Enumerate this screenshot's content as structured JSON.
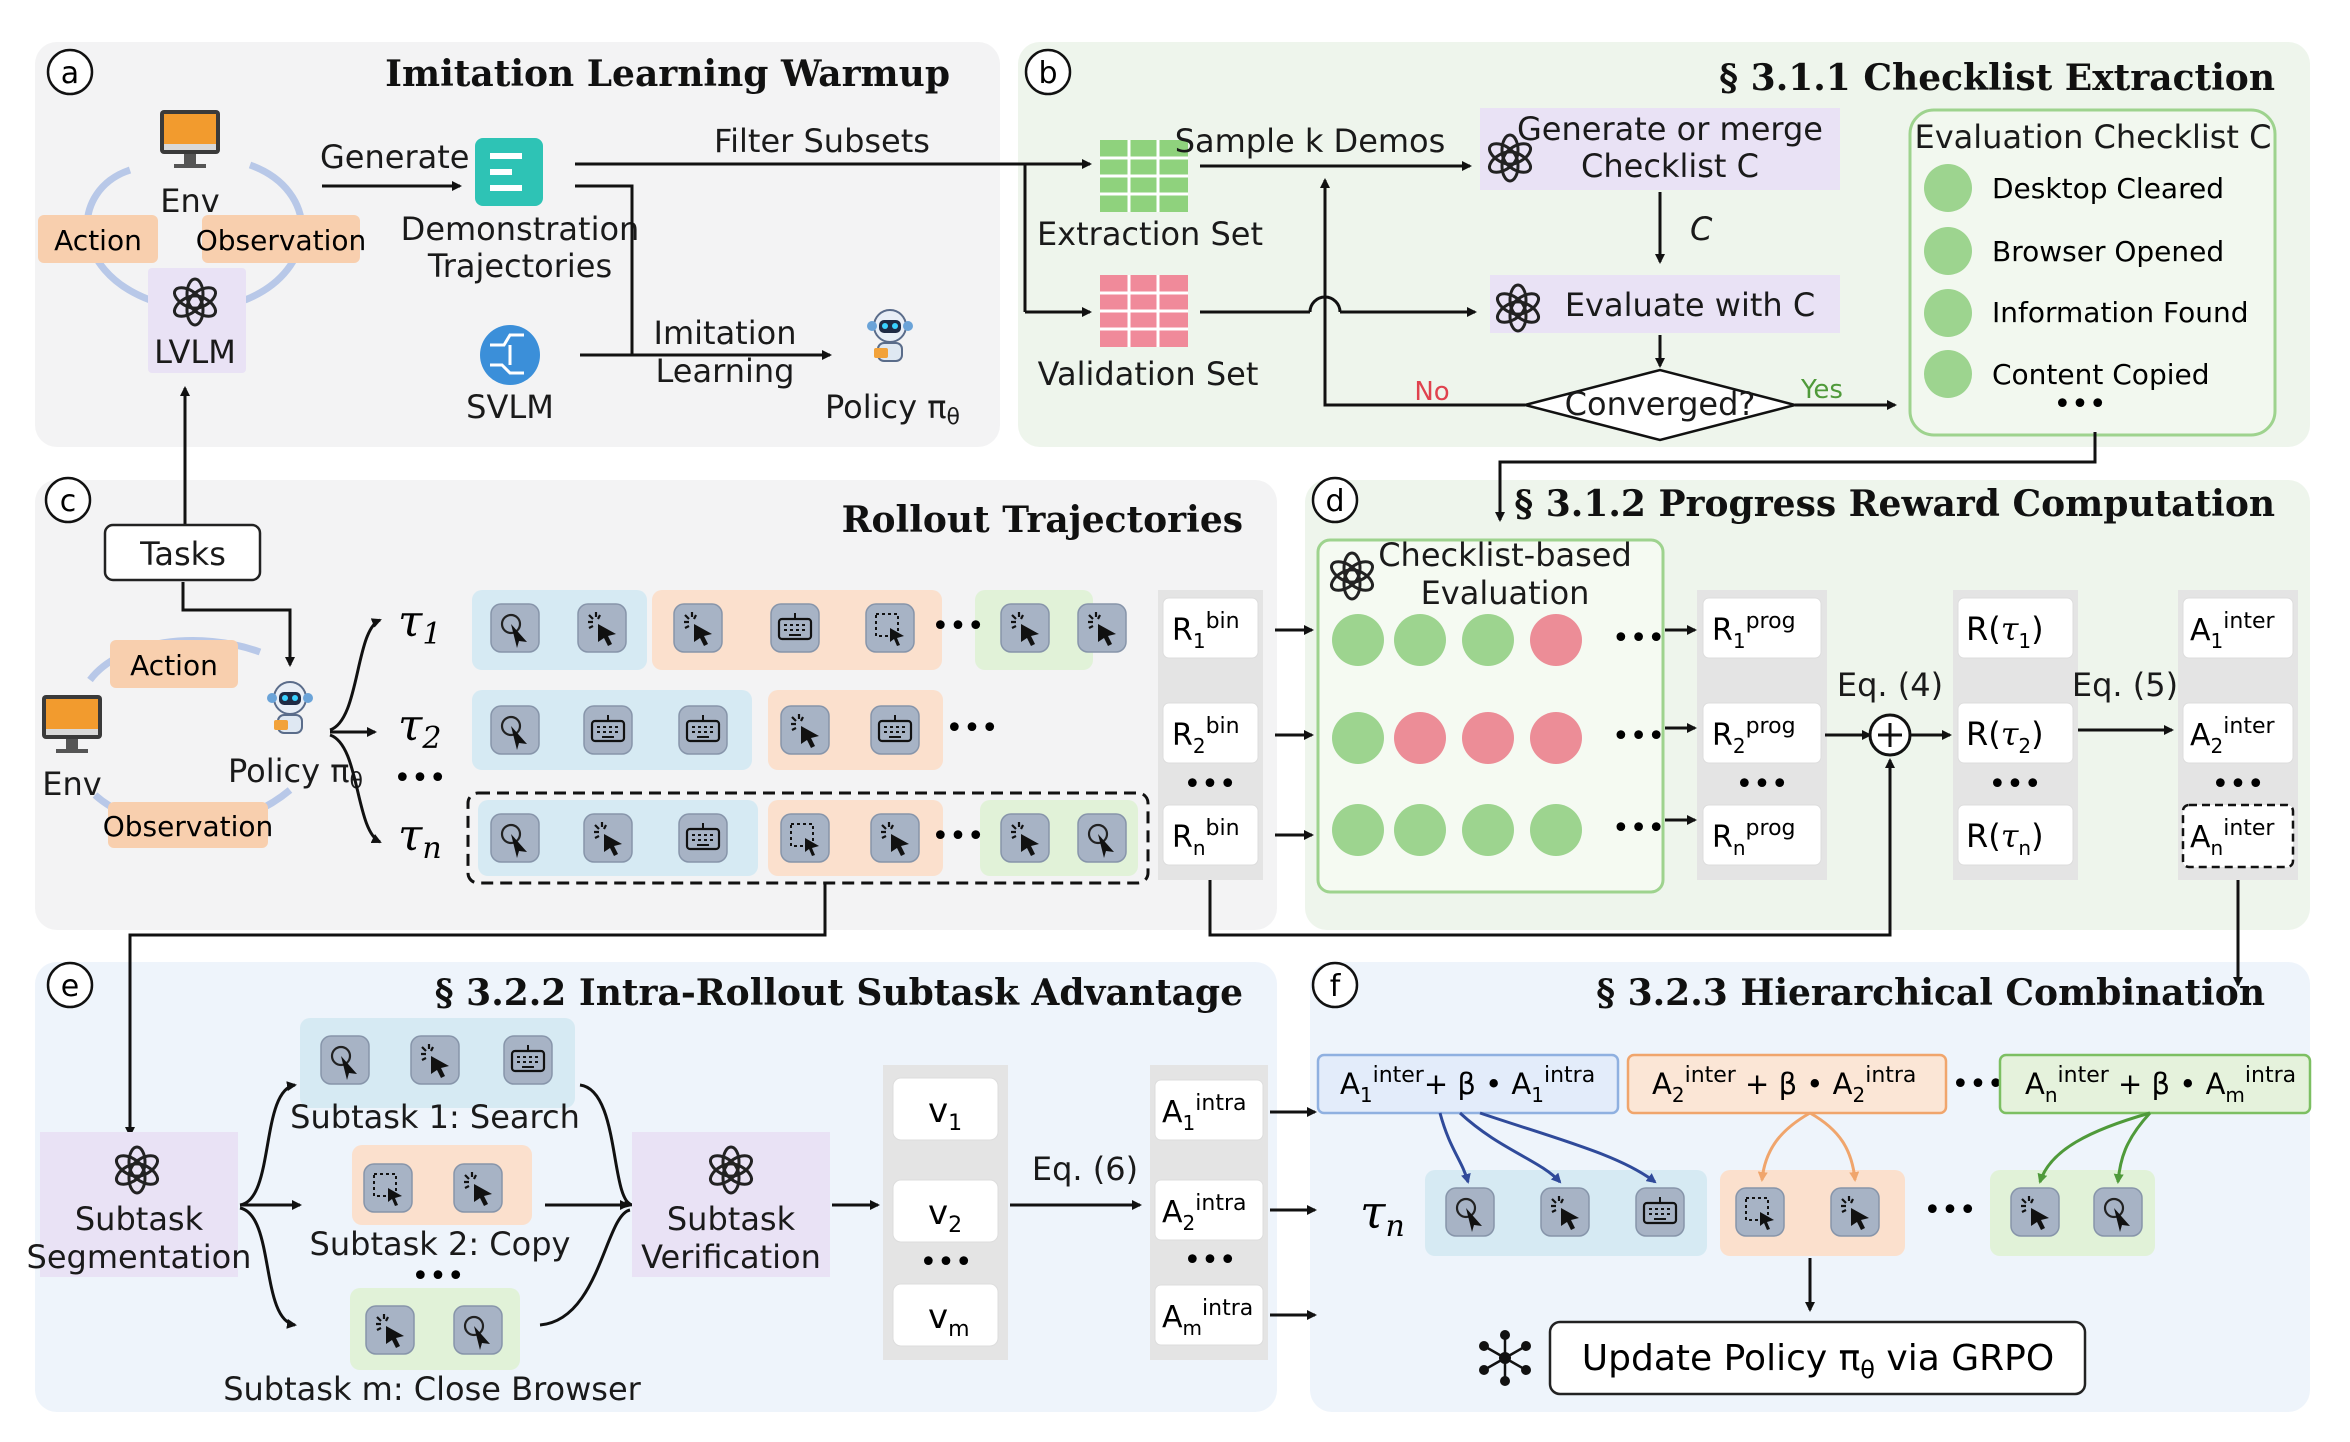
{
  "panels": {
    "a": {
      "letter": "a",
      "title": "Imitation Learning Warmup",
      "env": "Env",
      "action": "Action",
      "observation": "Observation",
      "lvlm": "LVLM",
      "generate": "Generate",
      "filter_subsets": "Filter Subsets",
      "demo_line1": "Demonstration",
      "demo_line2": "Trajectories",
      "imitation_line1": "Imitation",
      "imitation_line2": "Learning",
      "svlm": "SVLM",
      "policy": "Policy π",
      "policy_sub": "θ"
    },
    "b": {
      "letter": "b",
      "title": "§ 3.1.1 Checklist Extraction",
      "sample_k": "Sample k Demos",
      "extraction_set": "Extraction Set",
      "validation_set": "Validation Set",
      "generate_line1": "Generate or merge",
      "generate_line2": "Checklist C",
      "c_label": "C",
      "evaluate": "Evaluate with C",
      "converged": "Converged?",
      "no": "No",
      "yes": "Yes",
      "checklist_title": "Evaluation Checklist C",
      "checklist_items": [
        "Desktop Cleared",
        "Browser Opened",
        "Information Found",
        "Content Copied"
      ],
      "ellipsis": "•••"
    },
    "c": {
      "letter": "c",
      "title": "Rollout Trajectories",
      "tasks": "Tasks",
      "action": "Action",
      "observation": "Observation",
      "env": "Env",
      "policy": "Policy π",
      "policy_sub": "θ",
      "taus": [
        "1",
        "2",
        "n"
      ],
      "vdots": "•••"
    },
    "d": {
      "letter": "d",
      "title": "§ 3.1.2 Progress Reward Computation",
      "checklist_eval_line1": "Checklist-based",
      "checklist_eval_line2": "Evaluation",
      "rbin_sub": [
        "1",
        "2",
        "n"
      ],
      "rbin_sup": "bin",
      "rprog_sub": [
        "1",
        "2",
        "n"
      ],
      "rprog_sup": "prog",
      "eq4": "Eq. (4)",
      "eq5": "Eq. (5)",
      "rtau_sub": [
        "1",
        "2",
        "n"
      ],
      "ainter_sub": [
        "1",
        "2",
        "n"
      ],
      "ainter_sup": "inter",
      "dot_rows": [
        [
          "green",
          "green",
          "green",
          "red"
        ],
        [
          "green",
          "red",
          "red",
          "red"
        ],
        [
          "green",
          "green",
          "green",
          "green"
        ]
      ]
    },
    "e": {
      "letter": "e",
      "title": "§ 3.2.2 Intra-Rollout Subtask Advantage",
      "seg_line1": "Subtask",
      "seg_line2": "Segmentation",
      "subtask1": "Subtask 1: Search",
      "subtask2": "Subtask 2: Copy",
      "subtaskm": "Subtask m: Close Browser",
      "ver_line1": "Subtask",
      "ver_line2": "Verification",
      "v_sub": [
        "1",
        "2",
        "m"
      ],
      "eq6": "Eq. (6)",
      "aintra_sub": [
        "1",
        "2",
        "m"
      ],
      "aintra_sup": "intra"
    },
    "f": {
      "letter": "f",
      "title": "§ 3.2.3 Hierarchical Combination",
      "combos": [
        {
          "a": "A",
          "s1": "1",
          "p1": "inter",
          "plus": "+ β • A",
          "s2": "1",
          "p2": "intra"
        },
        {
          "a": "A",
          "s1": "2",
          "p1": "inter",
          "plus": " + β • A",
          "s2": "2",
          "p2": "intra"
        },
        {
          "a": "A",
          "s1": "n",
          "p1": "inter",
          "plus": "  + β • A",
          "s2": "m",
          "p2": "intra"
        }
      ],
      "tau_n_sub": "n",
      "update": "Update Policy π",
      "update_sub": "θ",
      "update_tail": " via GRPO"
    }
  },
  "colors": {
    "panel_gray": "#f3f3f4",
    "panel_green": "#eef5ec",
    "panel_blue": "#eef4fb",
    "action_fill": "#f8cfae",
    "lavender": "#e9e2f5",
    "green_dot": "#9dd48f",
    "red_dot": "#ec8d97",
    "icon_tile": "#a7b3c5",
    "blue_hl": "#d6eaf3",
    "orange_hl": "#fbe0cd",
    "green_hl": "#e1f2d8",
    "teal_doc": "#2ec3b5",
    "green_table": "#8fd27d",
    "pink_table": "#f08a9a"
  }
}
